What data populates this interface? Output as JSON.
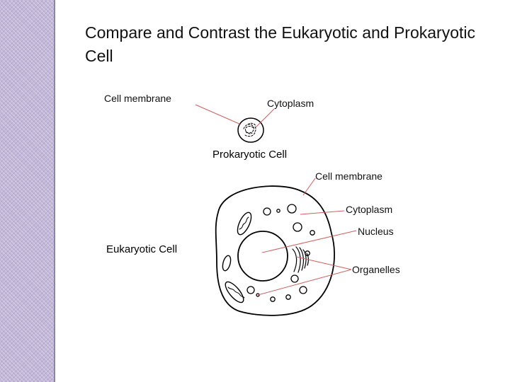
{
  "slide": {
    "title": "Compare and Contrast the Eukaryotic and Prokaryotic Cell"
  },
  "prokaryote": {
    "caption": "Prokaryotic Cell",
    "labels": {
      "cell_membrane": "Cell membrane",
      "cytoplasm": "Cytoplasm"
    }
  },
  "eukaryote": {
    "caption": "Eukaryotic Cell",
    "labels": {
      "cell_membrane": "Cell membrane",
      "cytoplasm": "Cytoplasm",
      "nucleus": "Nucleus",
      "organelles": "Organelles"
    }
  },
  "colors": {
    "leader_line": "#d06060",
    "sidebar": "#c4b8d8",
    "outline": "#000000"
  }
}
